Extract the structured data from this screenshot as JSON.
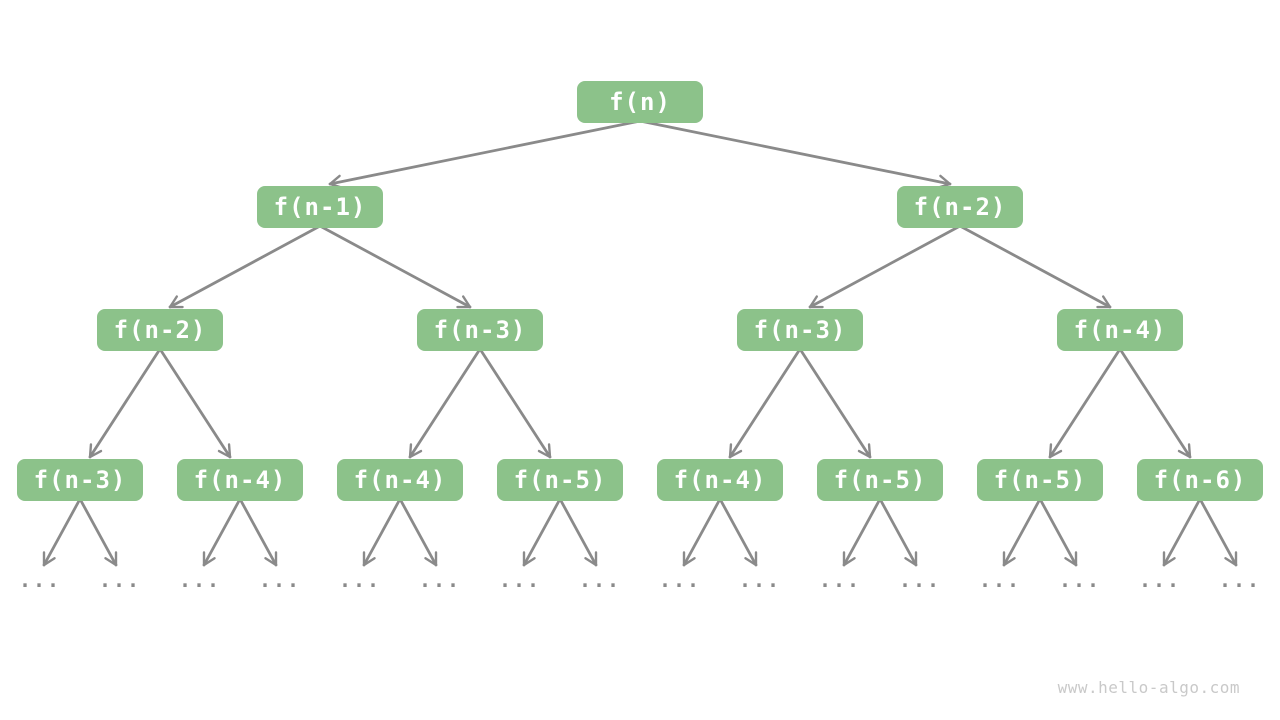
{
  "page": {
    "watermark": "www.hello-algo.com"
  },
  "diagram": {
    "description": "Recursion tree of f(n) where each call branches into two sub-calls",
    "colors": {
      "page_bg": "#ffffff",
      "node_fill": "#8cc28a",
      "node_text": "#ffffff",
      "edge": "#8a8a8a",
      "ellipsis": "#8a8a8a",
      "watermark": "#c9c9c9"
    },
    "tree": {
      "label": "f(n)",
      "children": [
        {
          "label": "f(n-1)",
          "children": [
            {
              "label": "f(n-2)",
              "children": [
                {
                  "label": "f(n-3)",
                  "children": [
                    {
                      "label": "..."
                    },
                    {
                      "label": "..."
                    }
                  ]
                },
                {
                  "label": "f(n-4)",
                  "children": [
                    {
                      "label": "..."
                    },
                    {
                      "label": "..."
                    }
                  ]
                }
              ]
            },
            {
              "label": "f(n-3)",
              "children": [
                {
                  "label": "f(n-4)",
                  "children": [
                    {
                      "label": "..."
                    },
                    {
                      "label": "..."
                    }
                  ]
                },
                {
                  "label": "f(n-5)",
                  "children": [
                    {
                      "label": "..."
                    },
                    {
                      "label": "..."
                    }
                  ]
                }
              ]
            }
          ]
        },
        {
          "label": "f(n-2)",
          "children": [
            {
              "label": "f(n-3)",
              "children": [
                {
                  "label": "f(n-4)",
                  "children": [
                    {
                      "label": "..."
                    },
                    {
                      "label": "..."
                    }
                  ]
                },
                {
                  "label": "f(n-5)",
                  "children": [
                    {
                      "label": "..."
                    },
                    {
                      "label": "..."
                    }
                  ]
                }
              ]
            },
            {
              "label": "f(n-4)",
              "children": [
                {
                  "label": "f(n-5)",
                  "children": [
                    {
                      "label": "..."
                    },
                    {
                      "label": "..."
                    }
                  ]
                },
                {
                  "label": "f(n-6)",
                  "children": [
                    {
                      "label": "..."
                    },
                    {
                      "label": "..."
                    }
                  ]
                }
              ]
            }
          ]
        }
      ]
    }
  }
}
